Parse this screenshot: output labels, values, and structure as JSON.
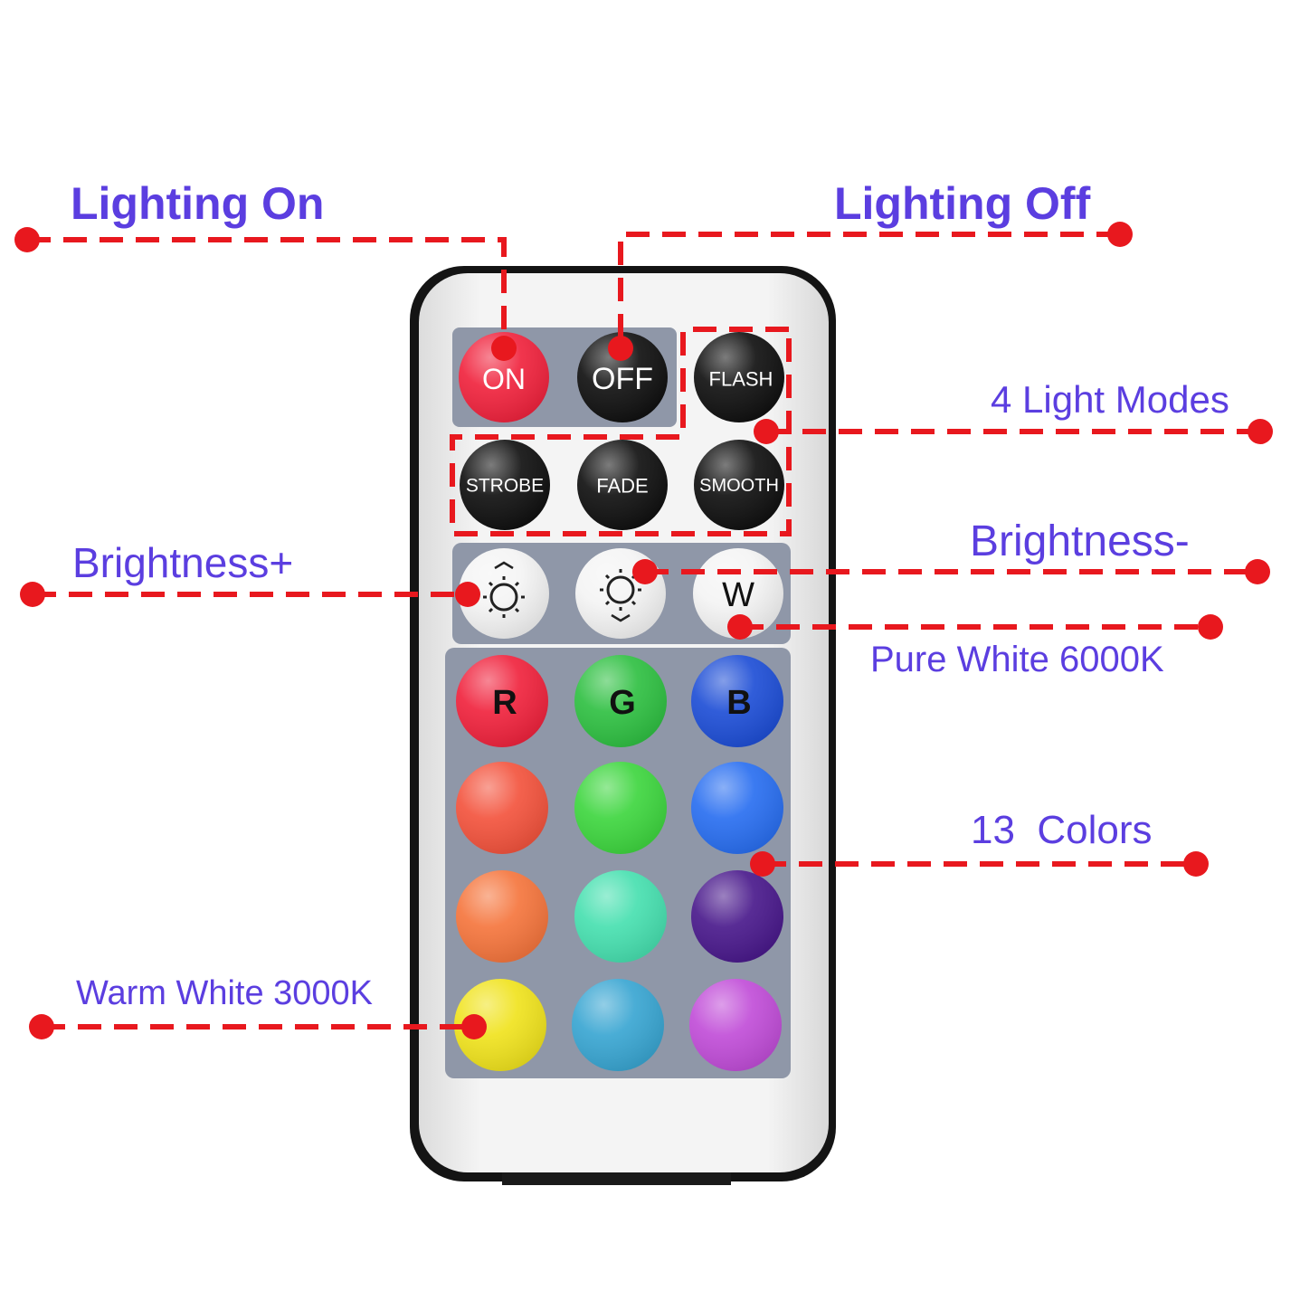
{
  "annotations": {
    "lighting_on": "Lighting On",
    "lighting_off": "Lighting Off",
    "light_modes": "4 Light Modes",
    "brightness_plus": "Brightness+",
    "brightness_minus": "Brightness-",
    "pure_white": "Pure White 6000K",
    "colors": "13  Colors",
    "warm_white": "Warm White 3000K"
  },
  "buttons": {
    "on": "ON",
    "off": "OFF",
    "flash": "FLASH",
    "strobe": "STROBE",
    "fade": "FADE",
    "smooth": "SMOOTH",
    "white": "W",
    "red": "R",
    "green": "G",
    "blue": "B"
  },
  "colors": {
    "label_text": "#5b3ee0",
    "callout_line": "#e8181e",
    "remote_body": "#f1f1f1",
    "remote_border": "#111111",
    "panel": "#8f97a8",
    "on_button": "#f0243e",
    "mode_button": "#111111",
    "brightness_button": "#f4f4f4",
    "color_buttons": [
      "#f0243e",
      "#30c043",
      "#1f4fd6",
      "#f3543e",
      "#3fd640",
      "#2a6ff0",
      "#f5763e",
      "#48e0b0",
      "#4a1a8c",
      "#f0e31f",
      "#3aa6d2",
      "#c14ed8"
    ]
  }
}
